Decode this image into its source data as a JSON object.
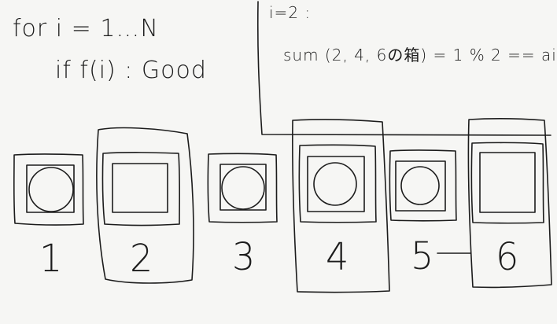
{
  "pseudocode": {
    "line1": "for  i  = 1…N",
    "line2": "if   f(i) : Good"
  },
  "note": {
    "i_value": "i=2  :",
    "expression": "sum (2, 4, 6の箱) = 1  % 2 == ai"
  },
  "boxes": [
    {
      "label": "1",
      "mark": "circle",
      "selected": false
    },
    {
      "label": "2",
      "mark": "square",
      "selected": true
    },
    {
      "label": "3",
      "mark": "circle",
      "selected": false
    },
    {
      "label": "4",
      "mark": "circle",
      "selected": true
    },
    {
      "label": "5",
      "mark": "circle",
      "selected": false
    },
    {
      "label": "6",
      "mark": "square",
      "selected": true
    }
  ]
}
